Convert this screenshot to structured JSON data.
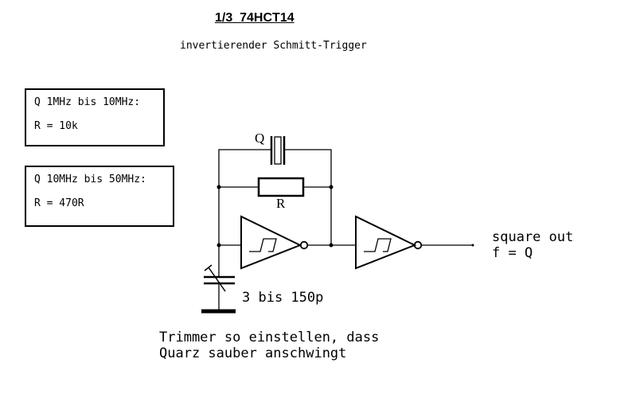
{
  "title": "1/3  74HCT14",
  "subtitle": "invertierender Schmitt-Trigger",
  "notes": [
    {
      "line1": "Q 1MHz bis 10MHz:",
      "line2": "R = 10k"
    },
    {
      "line1": "Q 10MHz bis 50MHz:",
      "line2": "R = 470R"
    }
  ],
  "components": {
    "crystal_label": "Q",
    "resistor_label": "R",
    "trimmer_value": "3 bis 150p"
  },
  "output": {
    "line1": "square out",
    "line2": "f = Q"
  },
  "instruction": {
    "line1": "Trimmer so einstellen, dass",
    "line2": "Quarz sauber anschwingt"
  }
}
